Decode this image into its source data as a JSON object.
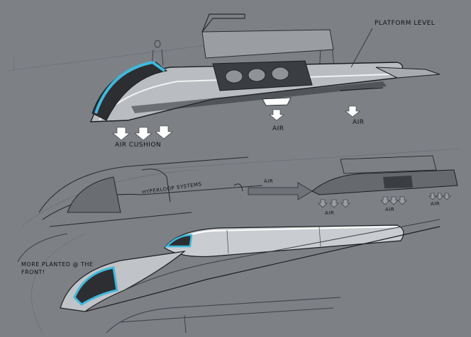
{
  "image": {
    "description": "Concept sketch of Hyperloop passenger pods on grey paper",
    "background_color": "#7d8186",
    "accent_color": "#3fb8dc"
  },
  "labels": {
    "platform_level": "Platform Level",
    "air_cushion": "Air Cushion",
    "air_1": "Air",
    "air_2": "Air",
    "hyperloop_systems": "Hyperloop Systems",
    "air_flow": "Air",
    "air_3": "Air",
    "air_4": "Air",
    "air_5": "Air",
    "note": "More planted @ the front!"
  }
}
